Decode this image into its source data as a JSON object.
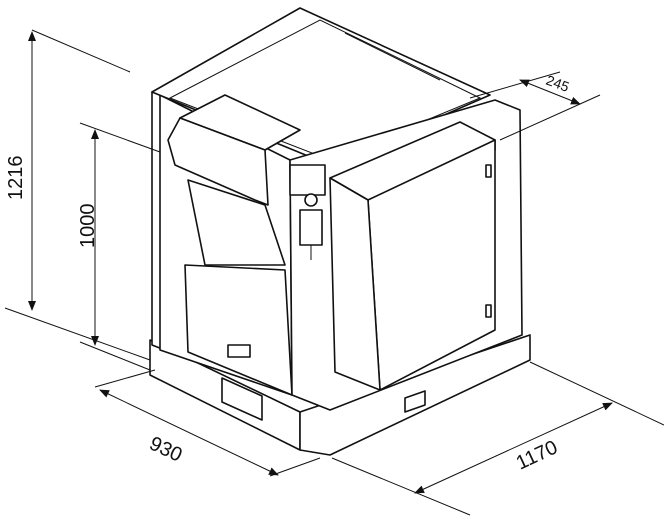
{
  "dimensions": {
    "height_total": "1216",
    "height_body": "1000",
    "depth": "930",
    "width": "1170",
    "cabinet_depth": "245"
  }
}
